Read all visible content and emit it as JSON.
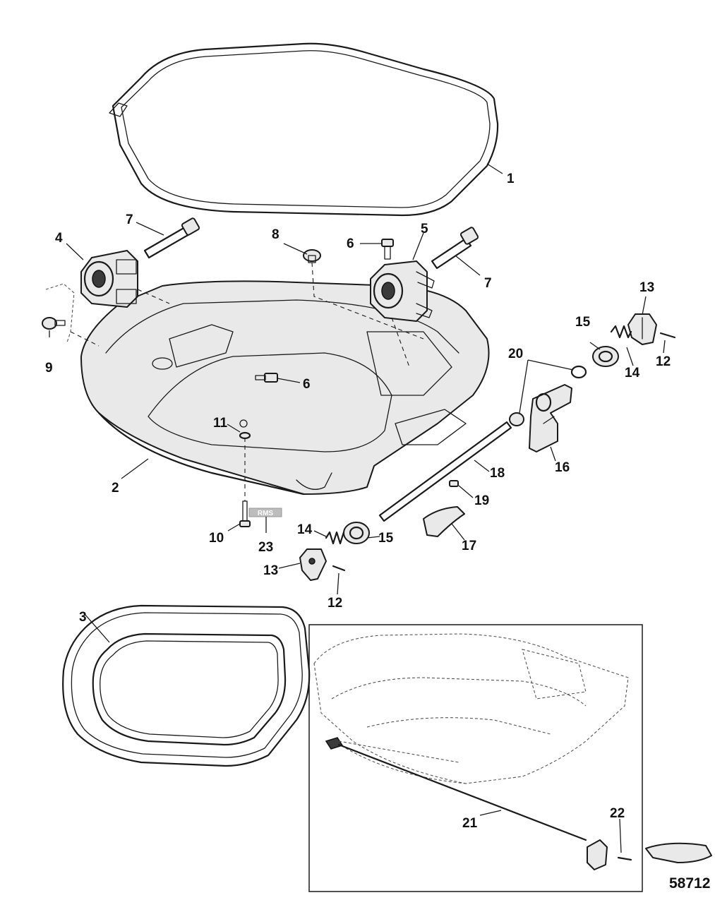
{
  "callouts": [
    {
      "id": "c1",
      "label": "1"
    },
    {
      "id": "c2",
      "label": "2"
    },
    {
      "id": "c3",
      "label": "3"
    },
    {
      "id": "c4",
      "label": "4"
    },
    {
      "id": "c5",
      "label": "5"
    },
    {
      "id": "c6a",
      "label": "6"
    },
    {
      "id": "c6b",
      "label": "6"
    },
    {
      "id": "c7a",
      "label": "7"
    },
    {
      "id": "c7b",
      "label": "7"
    },
    {
      "id": "c8",
      "label": "8"
    },
    {
      "id": "c9",
      "label": "9"
    },
    {
      "id": "c10",
      "label": "10"
    },
    {
      "id": "c11",
      "label": "11"
    },
    {
      "id": "c12a",
      "label": "12"
    },
    {
      "id": "c12b",
      "label": "12"
    },
    {
      "id": "c13a",
      "label": "13"
    },
    {
      "id": "c13b",
      "label": "13"
    },
    {
      "id": "c14a",
      "label": "14"
    },
    {
      "id": "c14b",
      "label": "14"
    },
    {
      "id": "c15a",
      "label": "15"
    },
    {
      "id": "c15b",
      "label": "15"
    },
    {
      "id": "c16",
      "label": "16"
    },
    {
      "id": "c17",
      "label": "17"
    },
    {
      "id": "c18",
      "label": "18"
    },
    {
      "id": "c19",
      "label": "19"
    },
    {
      "id": "c20",
      "label": "20"
    },
    {
      "id": "c21",
      "label": "21"
    },
    {
      "id": "c22",
      "label": "22"
    },
    {
      "id": "c23",
      "label": "23"
    }
  ],
  "figure_number": "58712",
  "decal_text": "RMS"
}
